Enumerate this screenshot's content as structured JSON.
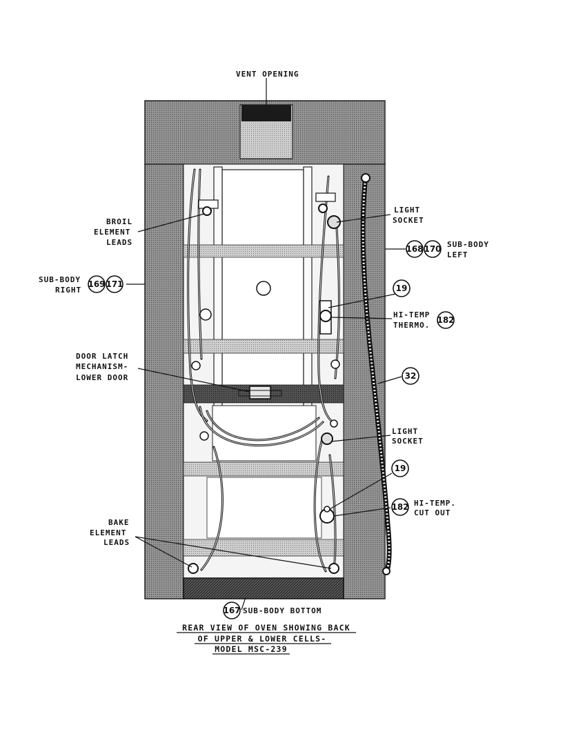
{
  "labels": {
    "vent_opening": "VENT OPENING",
    "broil_1": "BROIL",
    "broil_2": "ELEMENT",
    "broil_3": "LEADS",
    "light_socket_upper_1": "LIGHT",
    "light_socket_upper_2": "SOCKET",
    "sub_body_left_1": "SUB-BODY",
    "sub_body_left_2": "LEFT",
    "sub_body_right_1": "SUB-BODY",
    "sub_body_right_2": "RIGHT",
    "hi_temp_thermo_1": "HI-TEMP",
    "hi_temp_thermo_2": "THERMO.",
    "door_latch_1": "DOOR LATCH",
    "door_latch_2": "MECHANISM-",
    "door_latch_3": "LOWER DOOR",
    "light_socket_lower_1": "LIGHT",
    "light_socket_lower_2": "SOCKET",
    "hi_temp_cutout_1": "HI-TEMP.",
    "hi_temp_cutout_2": "CUT OUT",
    "bake_1": "BAKE",
    "bake_2": "ELEMENT",
    "bake_3": "LEADS",
    "sub_body_bottom": "SUB-BODY BOTTOM"
  },
  "callouts": {
    "n168": "168",
    "n170": "170",
    "n169": "169",
    "n171": "171",
    "n19_upper": "19",
    "n182_upper": "182",
    "n32": "32",
    "n19_lower": "19",
    "n182_lower": "182",
    "n167": "167"
  },
  "caption": {
    "line1": "REAR VIEW OF OVEN SHOWING BACK",
    "line2": "OF UPPER & LOWER CELLS-",
    "line3": "MODEL MSC-239"
  },
  "colors": {
    "ink": "#111111",
    "panel_gray": "#8c8c8c",
    "cavity_gray": "#c8c8c8",
    "dark_band": "#5a5a5a"
  }
}
